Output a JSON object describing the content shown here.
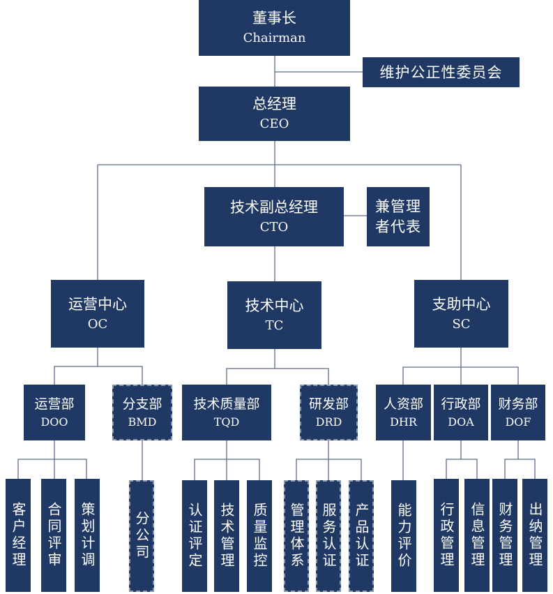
{
  "nodes": {
    "chairman": {
      "cn": "董事长",
      "en": "Chairman"
    },
    "committee": {
      "cn": "维护公正性委员会"
    },
    "ceo": {
      "cn": "总经理",
      "en": "CEO"
    },
    "cto": {
      "cn": "技术副总经理",
      "en": "CTO"
    },
    "cto_note": {
      "line1": "兼管理",
      "line2": "者代表"
    },
    "oc": {
      "cn": "运营中心",
      "en": "OC"
    },
    "tc": {
      "cn": "技术中心",
      "en": "TC"
    },
    "sc": {
      "cn": "支助中心",
      "en": "SC"
    },
    "doo": {
      "cn": "运营部",
      "en": "DOO"
    },
    "bmd": {
      "cn": "分支部",
      "en": "BMD"
    },
    "tqd": {
      "cn": "技术质量部",
      "en": "TQD"
    },
    "drd": {
      "cn": "研发部",
      "en": "DRD"
    },
    "dhr": {
      "cn": "人资部",
      "en": "DHR"
    },
    "doa": {
      "cn": "行政部",
      "en": "DOA"
    },
    "dof": {
      "cn": "财务部",
      "en": "DOF"
    }
  },
  "leaves": {
    "kehu": "客户经理",
    "hetong": "合同评审",
    "cehua": "策划计调",
    "fengongsi": "分公司",
    "renzheng": "认证评定",
    "jishu": "技术管理",
    "zhiliang": "质量监控",
    "guanli": "管理体系",
    "fuwu": "服务认证",
    "chanpin": "产品认证",
    "nengli": "能力评价",
    "xingzheng": "行政管理",
    "xinxi": "信息管理",
    "caiwu": "财务管理",
    "chuna": "出纳管理"
  },
  "colors": {
    "box": "#1f3864",
    "text": "#ffffff",
    "line": "#5b6b8a",
    "dash": "#8a96b0"
  }
}
